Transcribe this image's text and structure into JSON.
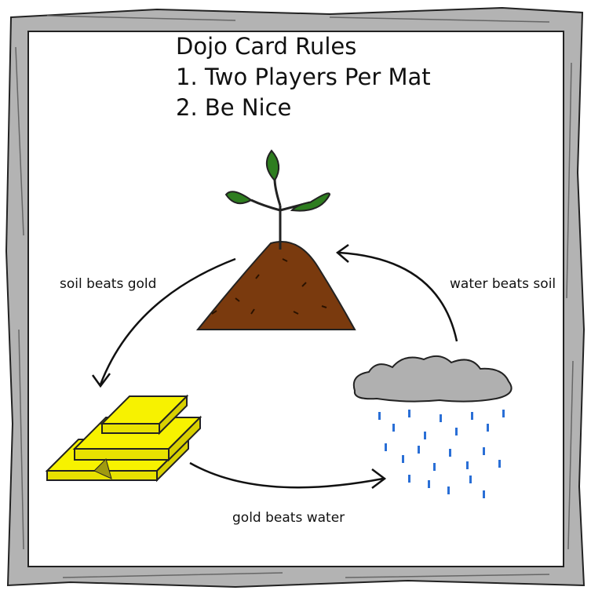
{
  "rules": {
    "title": "Dojo Card Rules",
    "rule1": "1. Two Players Per Mat",
    "rule2": "2. Be Nice"
  },
  "cycle": {
    "soil_beats_gold": "soil beats gold",
    "water_beats_soil": "water beats soil",
    "gold_beats_water": "gold beats water"
  },
  "icons": [
    "sprout-soil-icon",
    "gold-bars-icon",
    "rain-cloud-icon"
  ],
  "colors": {
    "frame": "#b3b3b3",
    "soil": "#7a3a0e",
    "leaf": "#2e7d1f",
    "gold": "#f7f200",
    "cloud": "#b0b0b0",
    "rain": "#2a6fd6"
  }
}
